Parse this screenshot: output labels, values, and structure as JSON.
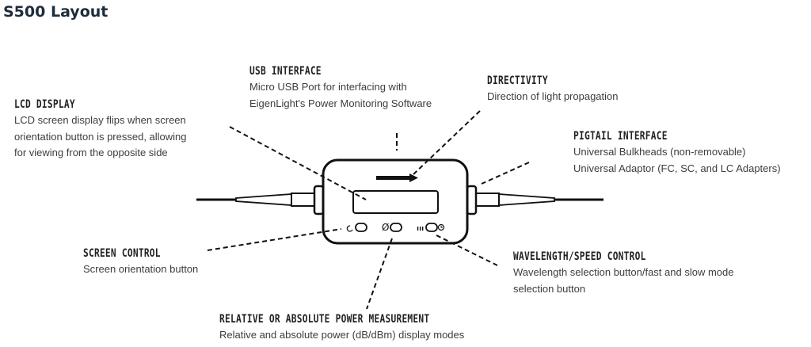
{
  "title": "S500 Layout",
  "callouts": {
    "usb": {
      "heading": "USB INTERFACE",
      "lines": [
        "Micro USB Port for interfacing with",
        "EigenLight's Power Monitoring Software"
      ]
    },
    "directivity": {
      "heading": "DIRECTIVITY",
      "lines": [
        "Direction of light propagation"
      ]
    },
    "lcd": {
      "heading": "LCD DISPLAY",
      "lines": [
        "LCD screen display flips when screen",
        "orientation button is pressed, allowing",
        "for viewing from the opposite side"
      ]
    },
    "pigtail": {
      "heading": "PIGTAIL INTERFACE",
      "lines": [
        "Universal Bulkheads  (non-removable)",
        "Universal Adaptor (FC, SC, and LC Adapters)"
      ]
    },
    "screen": {
      "heading": "SCREEN CONTROL",
      "lines": [
        "Screen orientation button"
      ]
    },
    "wavelength": {
      "heading": "WAVELENGTH/SPEED CONTROL",
      "lines": [
        "Wavelength selection button/fast and slow mode",
        "selection button"
      ]
    },
    "power": {
      "heading": "RELATIVE OR ABSOLUTE POWER MEASUREMENT",
      "lines": [
        "Relative and absolute power (dB/dBm) display modes"
      ]
    }
  },
  "device": {
    "null_symbol": "Ø",
    "wave_symbol": "ווו"
  }
}
